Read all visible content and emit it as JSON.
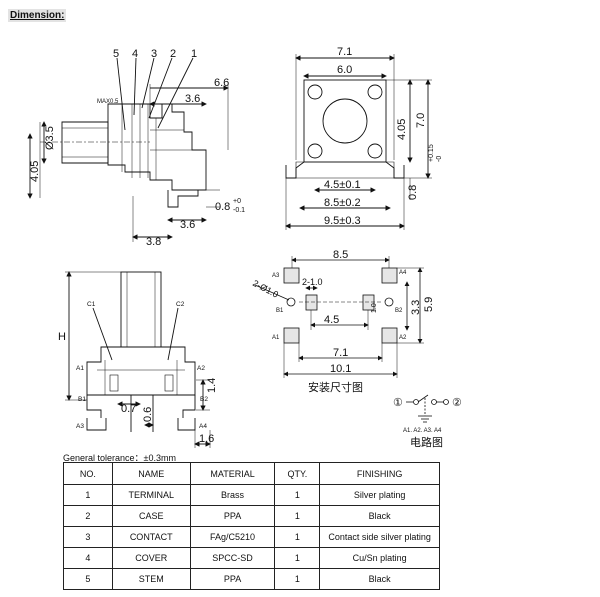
{
  "heading": "Dimension:",
  "side_view": {
    "part_numbers": [
      "5",
      "4",
      "3",
      "2",
      "1"
    ],
    "max_label": "MAX0.5",
    "dims": [
      "6.6",
      "3.6",
      "Ø3.5",
      "4.05",
      "3.6",
      "3.8",
      "0.8"
    ],
    "tol_plus": "+0",
    "tol_minus": "-0.1"
  },
  "top_view": {
    "dims": [
      "7.1",
      "6.0",
      "4.05",
      "7.0",
      "4.5±0.1",
      "8.5±0.2",
      "9.5±0.3",
      "0.8"
    ],
    "tol_plus": "+0.15",
    "tol_minus": "-0"
  },
  "front_view": {
    "labels": [
      "C1",
      "C2",
      "H",
      "A1",
      "A2",
      "B1",
      "B2",
      "A3",
      "A4"
    ],
    "dims": [
      "0.7",
      "0.6",
      "1.4",
      "1.6"
    ]
  },
  "footprint": {
    "dims": [
      "8.5",
      "2-1.0",
      "2-Ø1.0",
      "4.5",
      "5.9",
      "3.3",
      "7.1",
      "10.1",
      "1.0"
    ],
    "pad_labels": [
      "A3",
      "A4",
      "A1",
      "A2",
      "B1",
      "B2"
    ],
    "caption": "安装尺寸图"
  },
  "circuit": {
    "pin1": "①",
    "pin2": "②",
    "legend": "A1. A2. A3. A4",
    "caption": "电路图"
  },
  "tolerance_note": "General tolerance：±0.3mm",
  "parts_table": {
    "headers": [
      "NO.",
      "NAME",
      "MATERIAL",
      "QTY.",
      "FINISHING"
    ],
    "rows": [
      [
        "1",
        "TERMINAL",
        "Brass",
        "1",
        "Silver plating"
      ],
      [
        "2",
        "CASE",
        "PPA",
        "1",
        "Black"
      ],
      [
        "3",
        "CONTACT",
        "FAg/C5210",
        "1",
        "Contact side silver plating"
      ],
      [
        "4",
        "COVER",
        "SPCC-SD",
        "1",
        "Cu/Sn plating"
      ],
      [
        "5",
        "STEM",
        "PPA",
        "1",
        "Black"
      ]
    ]
  }
}
